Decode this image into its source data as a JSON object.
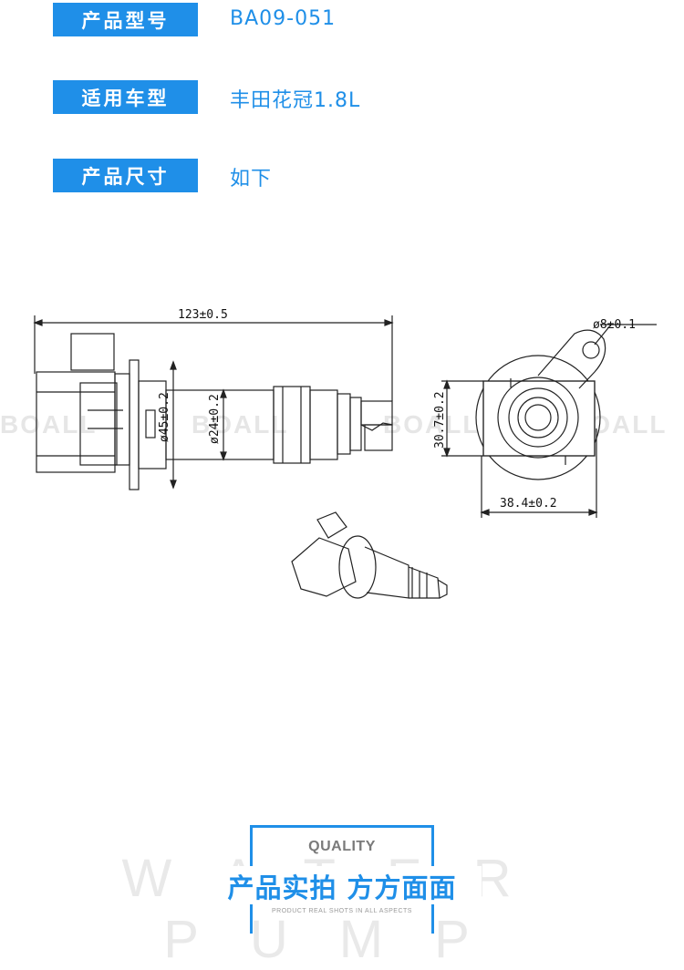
{
  "specs": {
    "model": {
      "label": "产品型号",
      "value": "BA09-051"
    },
    "vehicle": {
      "label": "适用车型",
      "value": "丰田花冠1.8L"
    },
    "size": {
      "label": "产品尺寸",
      "value": "如下"
    }
  },
  "drawing": {
    "length": "123±0.5",
    "dia_flange": "ø45±0.2",
    "dia_body": "ø24±0.2",
    "hole": "ø8±0.1",
    "height": "30.7±0.2",
    "width": "38.4±0.2",
    "watermark": "BOALL"
  },
  "quality": {
    "badge": "QUALITY",
    "title": "产品实拍 方方面面",
    "subtitle": "PRODUCT REAL SHOTS IN ALL ASPECTS",
    "background_word": "WATER PUMP"
  },
  "colors": {
    "accent": "#1f8fe8"
  }
}
